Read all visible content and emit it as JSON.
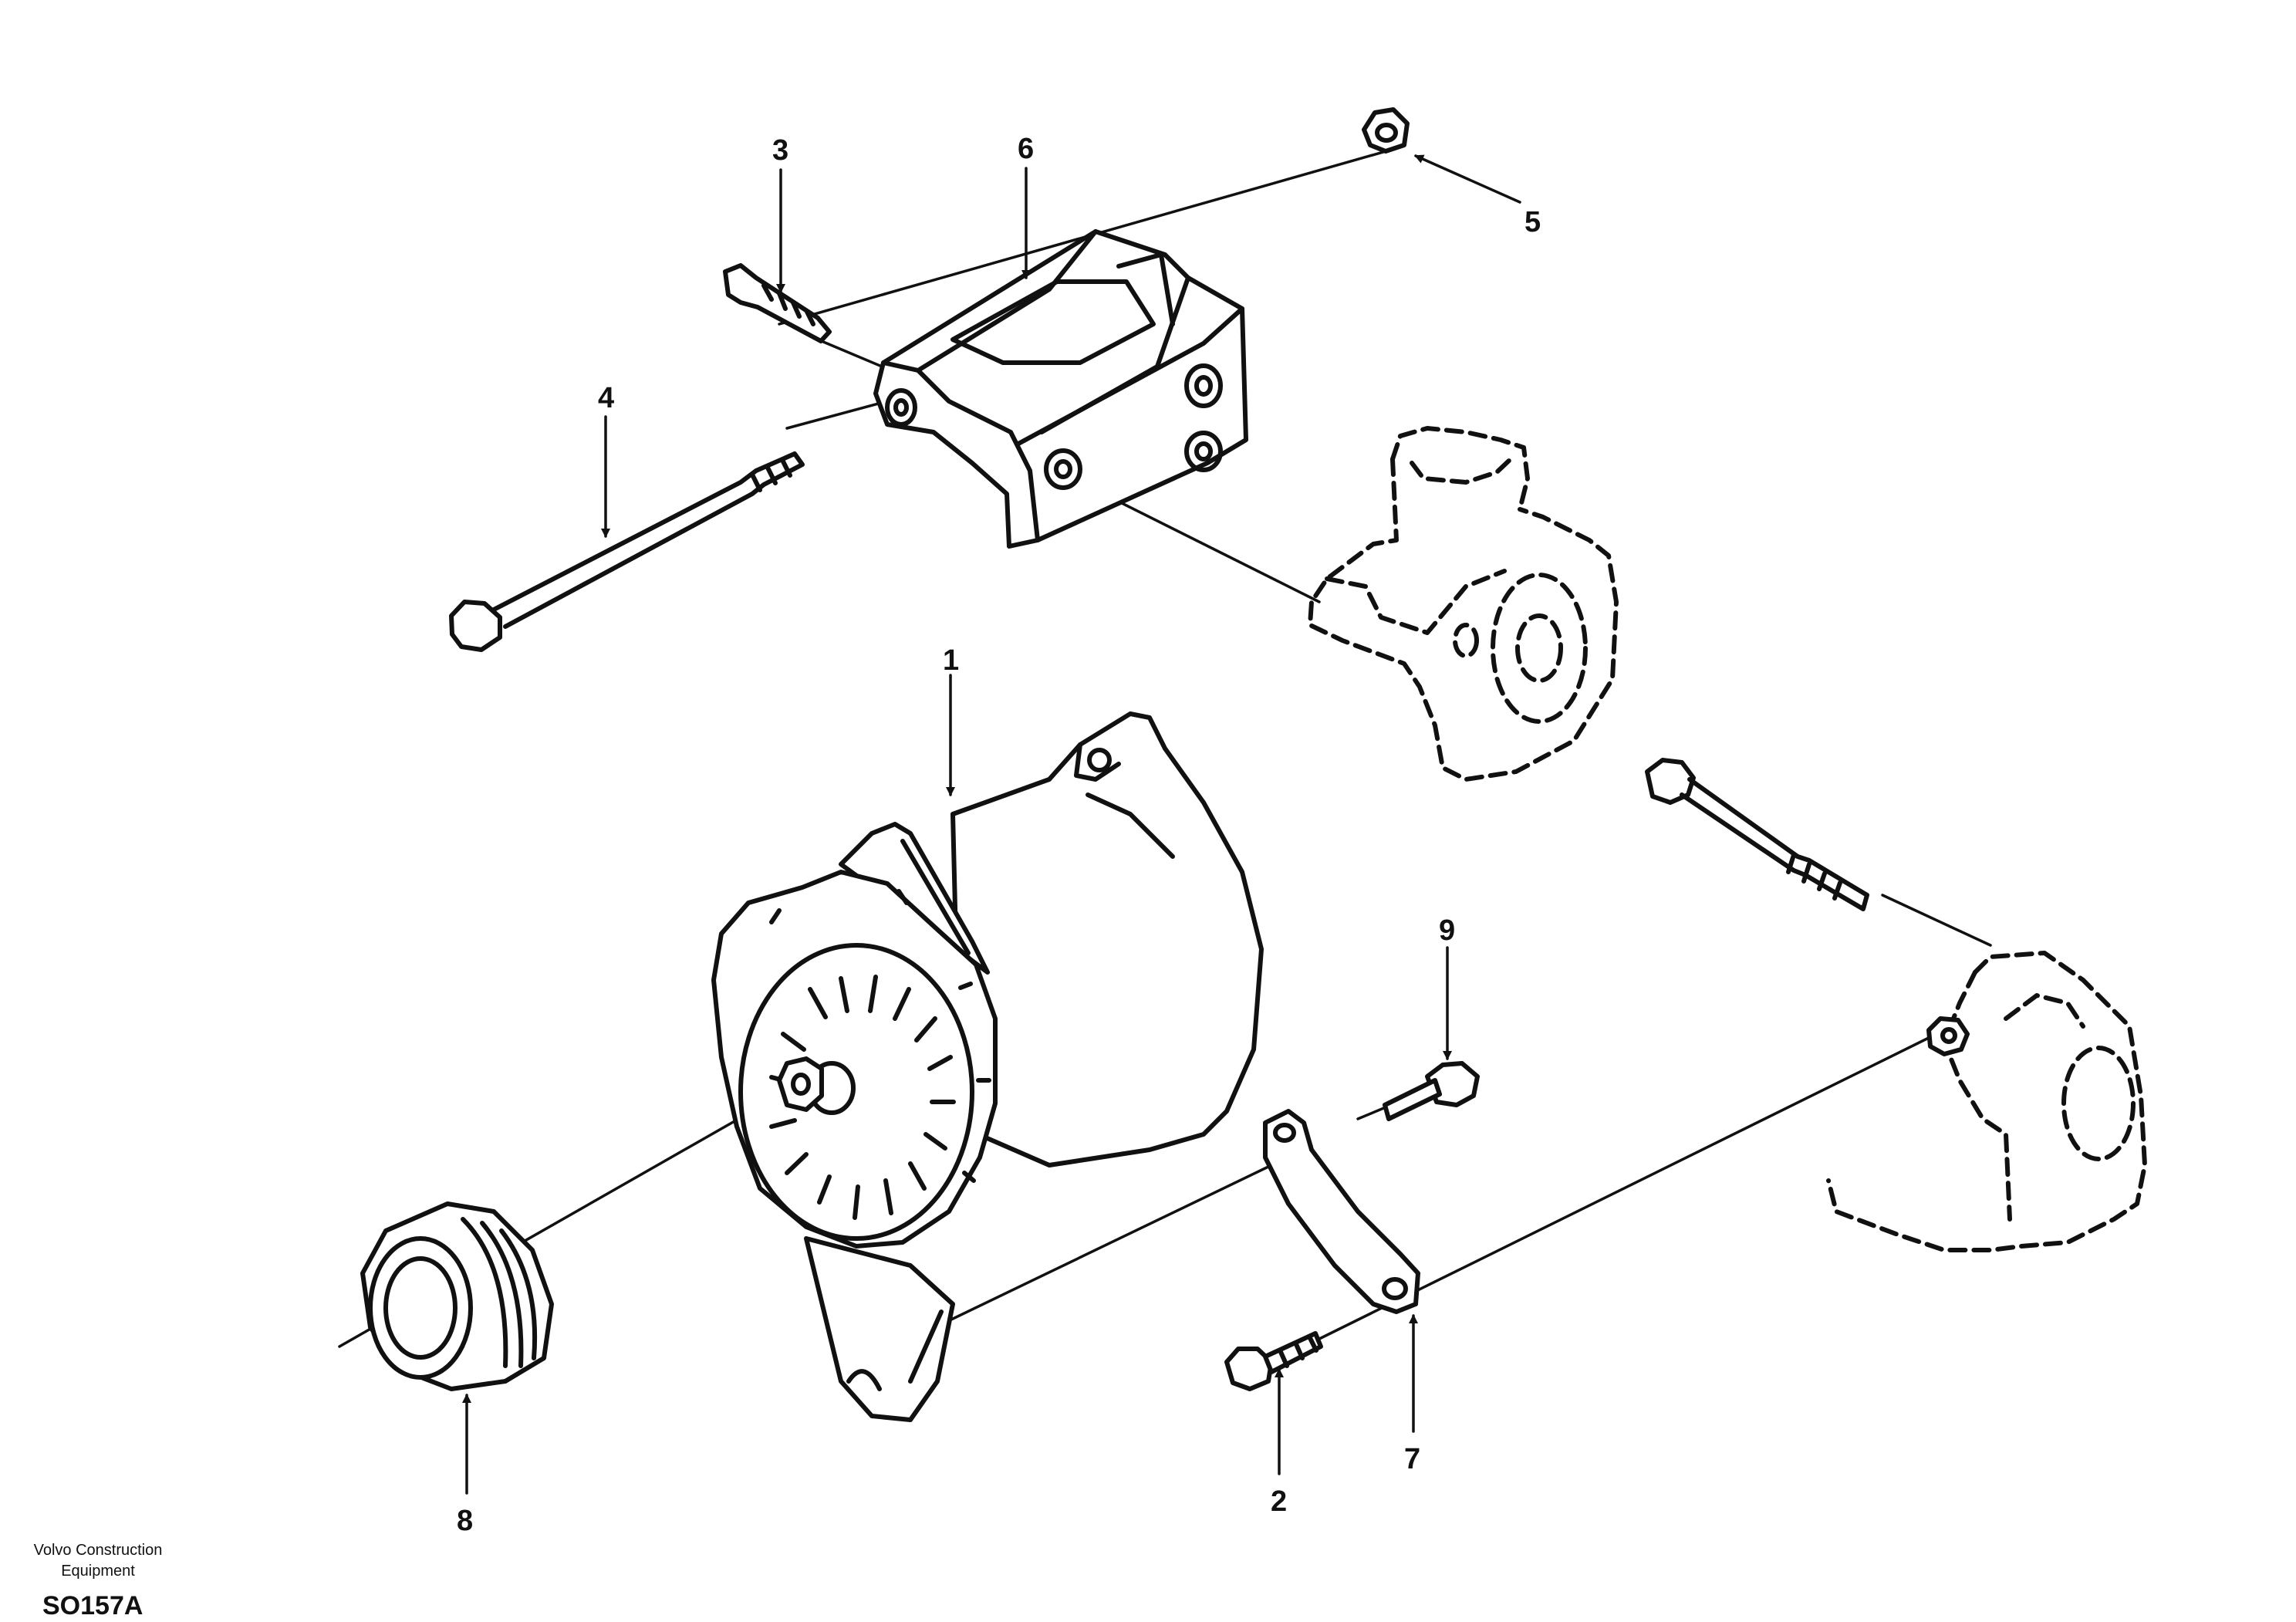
{
  "callouts": {
    "c1": "1",
    "c2": "2",
    "c3": "3",
    "c4": "4",
    "c5": "5",
    "c6": "6",
    "c7": "7",
    "c8": "8",
    "c9": "9"
  },
  "footer": {
    "brand_line1": "Volvo Construction",
    "brand_line2": "Equipment",
    "drawing_code": "SO157A"
  }
}
